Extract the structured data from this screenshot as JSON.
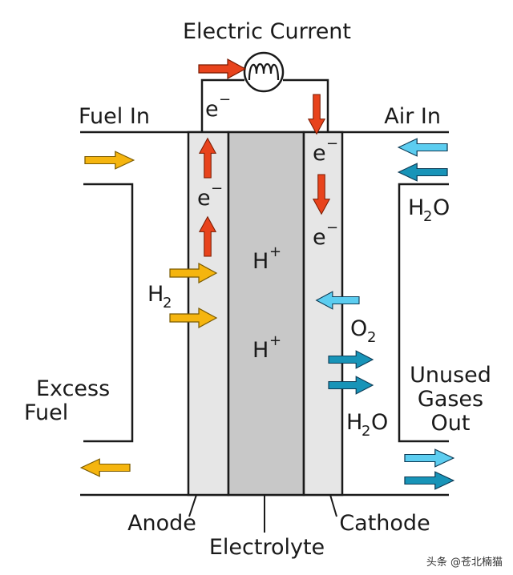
{
  "title": "Electric Current",
  "labels": {
    "fuel_in": "Fuel In",
    "air_in": "Air In",
    "excess_fuel_line1": "Excess",
    "excess_fuel_line2": "Fuel",
    "unused_line1": "Unused",
    "unused_line2": "Gases",
    "unused_line3": "Out",
    "anode": "Anode",
    "electrolyte": "Electrolyte",
    "cathode": "Cathode",
    "electron": "e",
    "electron_charge": "−",
    "proton": "H",
    "proton_charge": "+",
    "hydrogen": "H",
    "hydrogen_sub": "2",
    "oxygen": "O",
    "oxygen_sub": "2",
    "water": "H",
    "water_sub": "2",
    "water_o": "O"
  },
  "watermark": "头条 @苍北楠猫",
  "colors": {
    "electron_arrow": "#e8431c",
    "fuel_arrow": "#f5b50f",
    "air_light_arrow": "#5ccdf0",
    "water_dark_arrow": "#1894b8",
    "electrode_fill": "#e6e6e6",
    "electrolyte_fill": "#c8c8c8",
    "line": "#1a1a1a"
  }
}
